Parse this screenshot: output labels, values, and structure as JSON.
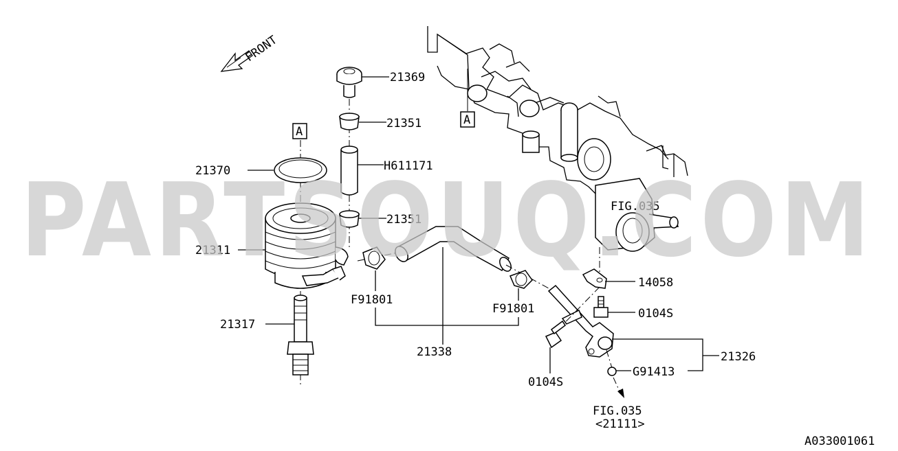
{
  "diagram": {
    "front_label": "FRONT",
    "ref_box_label": "A",
    "fig_ref_top": "FIG.035",
    "fig_ref_bottom": "FIG.035",
    "fig_ref_bottom_sub": "<21111>",
    "diagram_id": "A033001061",
    "watermark": "PARTSOUQ.COM",
    "parts": {
      "p21369": "21369",
      "p21351_top": "21351",
      "h611171": "H611171",
      "p21351_bottom": "21351",
      "p21370": "21370",
      "p21311": "21311",
      "p21317": "21317",
      "f91801_left": "F91801",
      "f91801_right": "F91801",
      "p21338": "21338",
      "p14058": "14058",
      "p0104s_right": "0104S",
      "p0104s_bottom": "0104S",
      "p21326": "21326",
      "g91413": "G91413"
    }
  }
}
